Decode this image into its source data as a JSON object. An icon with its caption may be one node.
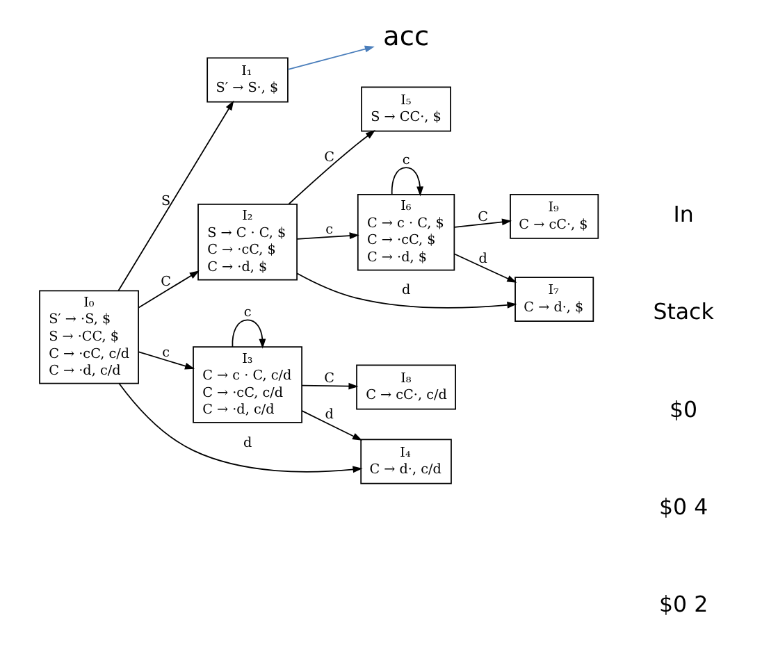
{
  "diagram": {
    "nodes": [
      {
        "text": [
          "I₀",
          "S′ → ·S, $",
          "S → ·CC, $",
          "C → ·cC, c/d",
          "C → ·d, c/d"
        ]
      },
      {
        "text": [
          "I₁",
          "S′ → S·, $"
        ]
      },
      {
        "text": [
          "acc"
        ]
      },
      {
        "text": [
          "I₂",
          "S → C · C, $",
          "C → ·cC, $",
          "C → ·d, $"
        ]
      },
      {
        "text": [
          "I₅",
          "S → CC·, $"
        ]
      },
      {
        "text": [
          "I₆",
          "C → c · C, $",
          "C → ·cC, $",
          "C → ·d, $"
        ]
      },
      {
        "text": [
          "I₉",
          "C → cC·, $"
        ]
      },
      {
        "text": [
          "I₇",
          "C → d·, $"
        ]
      },
      {
        "text": [
          "I₃",
          "C → c · C, c/d",
          "C → ·cC, c/d",
          "C → ·d, c/d"
        ]
      },
      {
        "text": [
          "I₈",
          "C → cC·, c/d"
        ]
      },
      {
        "text": [
          "I₄",
          "C → d·, c/d"
        ]
      }
    ],
    "edges": [
      {
        "from": 0,
        "to": 1,
        "arrow": "to",
        "label": "S"
      },
      {
        "from": 1,
        "to": 2,
        "arrow": "to",
        "color": "#4a7ebb"
      },
      {
        "from": 0,
        "to": 3,
        "arrow": "to",
        "label": "C"
      },
      {
        "from": 3,
        "to": 4,
        "arrow": "to",
        "label": "C"
      },
      {
        "from": 3,
        "to": 5,
        "arrow": "to",
        "label": "c"
      },
      {
        "from": 5,
        "to": 6,
        "arrow": "to",
        "label": "C"
      },
      {
        "from": 5,
        "to": 5,
        "arrow": "to",
        "label": "c"
      },
      {
        "from": 5,
        "to": 7,
        "arrow": "to",
        "label": "d"
      },
      {
        "from": 3,
        "to": 7,
        "arrow": "to",
        "label": "d"
      },
      {
        "from": 0,
        "to": 8,
        "arrow": "to",
        "label": "c"
      },
      {
        "from": 8,
        "to": 9,
        "arrow": "to",
        "label": "C"
      },
      {
        "from": 8,
        "to": 8,
        "arrow": "to",
        "label": "c"
      },
      {
        "from": 8,
        "to": 10,
        "arrow": "to",
        "label": "d"
      },
      {
        "from": 0,
        "to": 10,
        "arrow": "to",
        "label": "d"
      }
    ],
    "labels": [
      "In",
      "Stack",
      "$0",
      "$0 4",
      "$0 2"
    ]
  }
}
